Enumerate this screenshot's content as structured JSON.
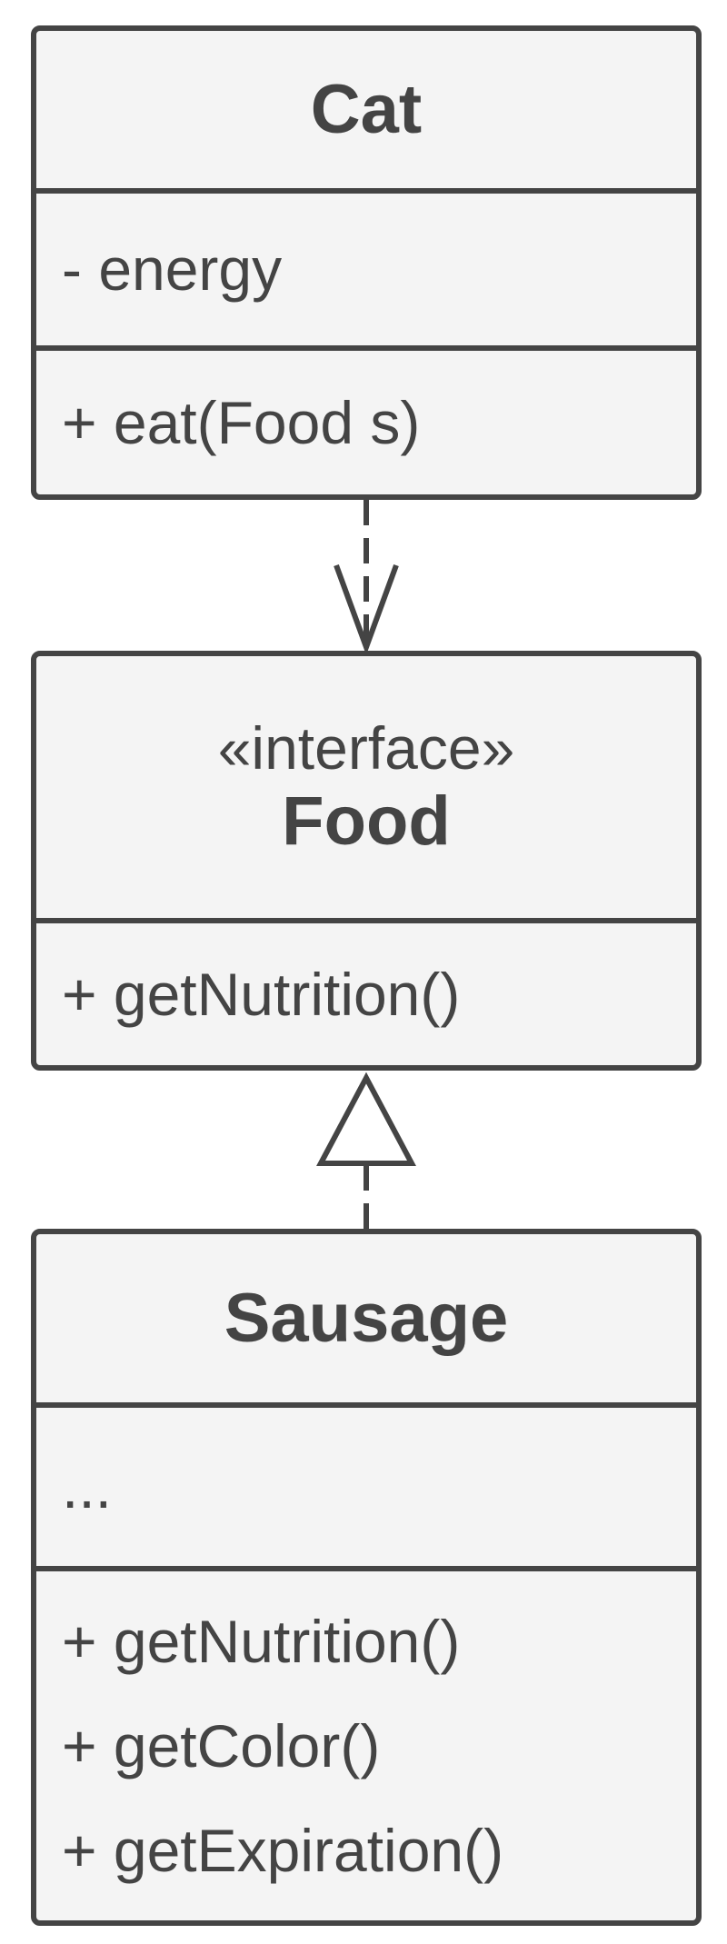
{
  "classes": {
    "cat": {
      "name": "Cat",
      "attributes": [
        "- energy"
      ],
      "methods": [
        "+ eat(Food s)"
      ]
    },
    "food": {
      "stereotype": "«interface»",
      "name": "Food",
      "methods": [
        "+ getNutrition()"
      ]
    },
    "sausage": {
      "name": "Sausage",
      "attributes": [
        "..."
      ],
      "methods": [
        "+ getNutrition()",
        "+ getColor()",
        "+ getExpiration()"
      ]
    }
  },
  "relations": [
    {
      "from": "Cat",
      "to": "Food",
      "kind": "dependency"
    },
    {
      "from": "Sausage",
      "to": "Food",
      "kind": "realization"
    }
  ]
}
